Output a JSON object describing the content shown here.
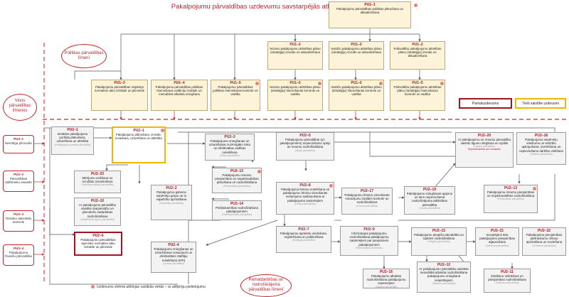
{
  "title": "Pakalpojumu pārvaldības uzdevumu savstarpējās atkarības un mijiedarbība",
  "level_policy": "Politikas pārvaldības līmenī",
  "level_all": "Visos pārvaldības līmeņos",
  "level_base": "Pamatdarbības un nodrošinājuma pārvaldības līmenī",
  "legend": {
    "basic": "Pamatuzdevums",
    "related": "Tieši saistītie uzdevumi"
  },
  "footnote": "Uzdevums shēmā attēlojas vairākās vietās – ar atšķirīgu pielietojumu",
  "side": [
    {
      "id": "PU3–1",
      "text": "Nemitīga pilnveide"
    },
    {
      "id": "PU3–2",
      "text": "Pārvaldības dalībnieku iesaiste"
    },
    {
      "id": "PU3–3",
      "text": "Tiesisko aktivitāšu kontrole"
    },
    {
      "id": "PU3–4",
      "text": "Pakalpojumu finanšu pārvaldība"
    }
  ],
  "boxes": {
    "pu1_1": {
      "id": "PU1–1",
      "text": "Pakalpojumu pārvaldības politikas plānošana un aktualizēšana"
    },
    "pu1_2a": {
      "id": "PU1–2",
      "text": "Nozaru pakalpojumu attīstības plānu (stratēģiju) izveide un aktualizēšana"
    },
    "pu1_2b": {
      "id": "PU1–2",
      "text": "Iestāžu pakalpojumu attīstības plānu (stratēģiju) izveide un aktualizēšana"
    },
    "pu1_2c": {
      "id": "PU1–2",
      "text": "Pašvaldību pakalpojumu attīstības plānu (stratēģiju) izveide un aktualizēšana"
    },
    "pu1_3": {
      "id": "PU1–3",
      "text": "Pakalpojumu pārvaldības vispārējo normatīvo aktu izstrāde un pilnveide"
    },
    "pu1_4": {
      "id": "PU1–4",
      "text": "Pakalpojumu pārvaldības politikas īstenošanas vadlīniju izstrāde un metodiskā atbalsta sniegšana"
    },
    "pu1_5": {
      "id": "PU1–5",
      "text": "Pakalpojumu pārvaldības politikas īstenošanas kontrole un vadība"
    },
    "pu1_5a": {
      "id": "PU1–5",
      "text": "Nozaru pakalpojumu attīstības plānu (stratēģiju) īstenošanas kontrole un vadība"
    },
    "pu1_5b": {
      "id": "PU1–5",
      "text": "Iestāžu pakalpojumu attīstības plānu (stratēģiju) īstenošanas kontrole un vadība"
    },
    "pu1_5c": {
      "id": "PU1–5",
      "text": "Pašvaldību pakalpojumu attīstības plānu (stratēģiju) īstenošanas kontrole un vadība"
    },
    "pu2_1a": {
      "id": "PU2–1",
      "text": "Iestādes pakalpojumu portfeļa plānošana, uzturēšana un attīstība",
      "sub": "(Pakalpojumu portfeļa pārvaldība)"
    },
    "pu2_1b": {
      "id": "PU2–1",
      "text": "Pakalpojumu plānošana, izveide, ieviešana, uzturēšana un attīstība",
      "sub": ""
    },
    "pu2_23": {
      "id": "PU2–23",
      "text": "Mērījumu veikšana un rezultātu izmantošana",
      "sub": "(Darbības rādītāju pārvaldība)"
    },
    "pu2_10": {
      "id": "PU2–10",
      "text": "Ar pakalpojumu pārvaldību saistītie starpiestāžu un pārrobežu sadarbības nodrošināšana",
      "sub": "(Sadarbības līgumu pārvaldība)"
    },
    "pu2_6": {
      "id": "PU2–6",
      "text": "Pakalpojumu pārvaldības specisko normatīvo aktu izstrāde un pilnveide",
      "sub": ""
    },
    "pu2_2": {
      "id": "PU2–2",
      "text": "Pakalpojumu galveno saņēmēju grupu un to vajadzību apzināšana",
      "sub": "(Saņēmēju pārvaldība)"
    },
    "pu2_4": {
      "id": "PU2–4",
      "text": "Pakalpojumu sniegšanas un uzturēšanas nosacījumi un efektivitātes rādītāju noteikšana (KPI)",
      "sub": "(Līmeņa pārvaldība)"
    },
    "pu2_3": {
      "id": "PU2–3",
      "text": "Pakalpojumu sniegšanas un uzturēšanas nozīmīgāko risku un efektīvākas vadības noteikšana",
      "sub": "(Risku pārvaldība)"
    },
    "pu2_13a": {
      "id": "PU2–13",
      "text": "Pakalpojumu resursu pieejamības un nepārtrauktības plānošana un nodrošināšana",
      "sub": "(Pieejamības pārvaldība)"
    },
    "pu2_14": {
      "id": "PU2–14",
      "text": "Piekļūstamības nodrošināšana pakalpojumiem",
      "sub": "(Piekļūstamības pārvaldība)"
    },
    "pu2_5": {
      "id": "PU2–5",
      "text": "Pakalpojumu pārvaldībai (un pakalpojumiem) nepieciešamo spēju un resursu nodrošināšana",
      "sub": "(Spēju pārvaldība)"
    },
    "pu2_8": {
      "id": "PU2–8",
      "text": "Pakalpojumu līmeņu noteikšana un pakalpojumu līmeņu vienošanās nosacījumu saskaņošana ar pakalpojuma saņēmējiem",
      "sub": "(Līmeņa pārvaldība)"
    },
    "pu2_17": {
      "id": "PU2–17",
      "text": "Pakalpojumu līmeņu vienošanās nosacījumu izpildes kontrole un nodrošināšana",
      "sub": "(Līmeņa pārvaldība)"
    },
    "pu2_19": {
      "id": "PU2–19",
      "text": "Pakalpojumu sniegšanas apjomu un tiem nepieciešamā nodrošinājuma atbilstības pārvaldība",
      "sub": "(Jaudas pārvaldība)"
    },
    "pu2_20": {
      "id": "PU2–20",
      "text": "Ar pakalpojumu un resursu pārvaldību saistītu līgumu slēgšana un izpilde",
      "sub": "(Līgumu pārvaldība)",
      "note": "Nepieciešamība pēc izmaiņām"
    },
    "pu2_18": {
      "id": "PU2–18",
      "text": "Pakalpojumu saņēmēju ieteikumu un sūdzību apkopošana, izvērtēšana un nepieciešamo darbību veikšana",
      "sub": "(Sūdzību pārvaldība)"
    },
    "pu2_13b": {
      "id": "PU2–13",
      "text": "Pakalpojumu resursu pieejamības un nepārtrauktības nodrošināšana",
      "sub": "(Pieejamības pārvaldība)"
    },
    "pu2_7": {
      "id": "PU2–7",
      "text": "Pakalpojumu aprakstu veidošana, reģistrēšana un publicēšana",
      "sub": "(Kataloga pārvaldība)"
    },
    "pu2_9": {
      "id": "PU2–9",
      "text": "Informācijas pakalpojumu nodrošināšana pakalpojumu saņēmējiem par pieejamiem pakalpojumiem",
      "sub": "(Informācijas pārvaldība)"
    },
    "pu2_15": {
      "id": "PU2–15",
      "text": "Pakalpojumu piegāžu pārvaldība un izpildes nodrošināšana",
      "sub": "(Piegāžu pārvaldība)"
    },
    "pu2_21": {
      "id": "PU2–21",
      "text": "Ieceptējami ātra pakalpojumu pieejamības atjaunošana",
      "sub": "(Incidentu pārvaldība)"
    },
    "pu2_22": {
      "id": "PU2–22",
      "text": "Pakalpojumu pieejamības pārtraukumu cēloņu apzināšana un novēršana",
      "sub": "(Problēmu pārvaldība)"
    },
    "pu2_16": {
      "id": "PU2–16",
      "text": "Pakalpojumu atbalsta nodrošināšana pakalpojumu saņēmējiem",
      "sub": "(Atbalsta pārvaldība)"
    },
    "pu2_12": {
      "id": "PU2–12",
      "text": "Ar pakalpojumu pārvaldību saistītās metodiskā atbalsta nodrošināšana pakalpojumu sniegšanā iesaistītajiem",
      "sub": "(Zināšanu pārvaldība)"
    },
    "pu2_11": {
      "id": "PU2–11",
      "text": "Zināšanu uzkrāšana un pieejamības nodrošināšana",
      "sub": "(Zināšanu pārvaldība)"
    }
  }
}
